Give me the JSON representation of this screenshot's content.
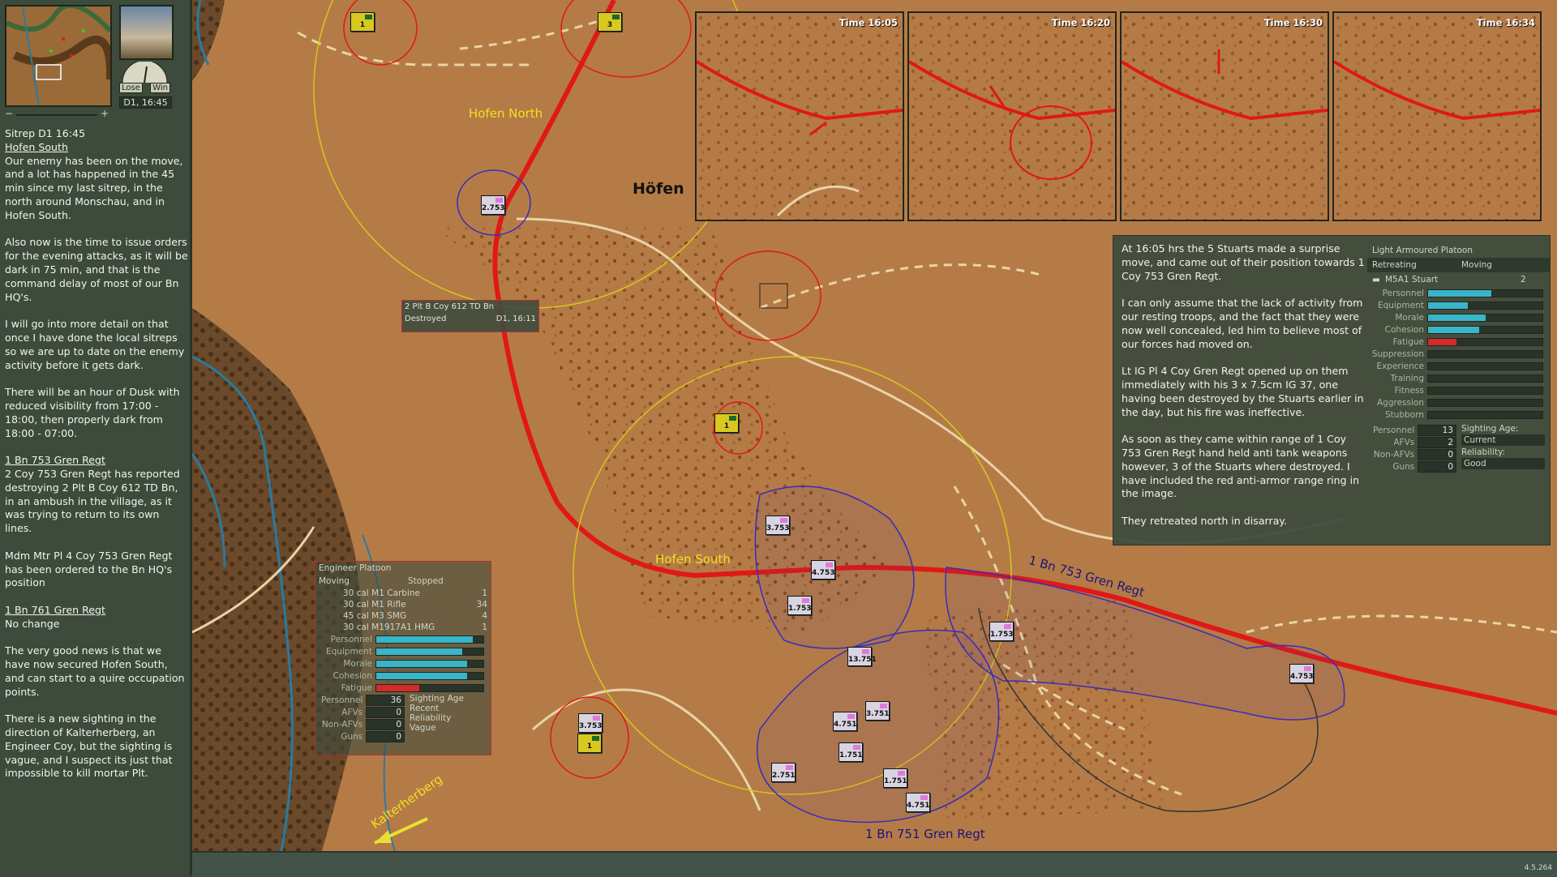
{
  "sidebar": {
    "clock": "D1, 16:45",
    "gauge": {
      "lose": "Lose",
      "win": "Win"
    },
    "zoom_minus": "−",
    "zoom_plus": "+",
    "sitrep_title": "Sitrep D1 16:45",
    "sitrep_heading": "Hofen South",
    "sitrep_p1": "Our enemy has been on the move, and a lot has happened in the 45 min since my last sitrep, in the north around Monschau, and in Hofen South.",
    "sitrep_p2": "Also now is the time to issue orders for the evening attacks, as it will be dark in 75 min, and that is the command delay of most of our Bn HQ's.",
    "sitrep_p3": "I will go into more detail on that once I have done the local sitreps so we are up to date on the enemy activity before it gets dark.",
    "sitrep_p4": "There will be an hour of Dusk with reduced visibility from 17:00 - 18:00, then properly dark from 18:00 - 07:00.",
    "sitrep_h2": "1 Bn 753 Gren Regt",
    "sitrep_p5": "2 Coy 753 Gren Regt has reported destroying 2 Plt B Coy 612 TD Bn, in an ambush in the village, as it was trying to return to its own lines.",
    "sitrep_p6": "Mdm Mtr Pl 4 Coy 753 Gren Regt has been ordered to the Bn HQ's position",
    "sitrep_h3": "1 Bn 761 Gren Regt",
    "sitrep_p7": "No change",
    "sitrep_p8": "The very good news is that we have now secured Hofen South, and can start to a quire occupation points.",
    "sitrep_p9": "There is a new sighting in the direction of Kalterherberg, an Engineer Coy, but the sighting is vague, and I suspect its just that impossible to kill mortar Plt."
  },
  "map": {
    "labels": {
      "hofen": "Höfen",
      "hofen_north": "Hofen North",
      "hofen_south": "Hofen South",
      "kalterherberg": "Kalterherberg",
      "regt_753": "1 Bn 753 Gren Regt",
      "regt_751": "1 Bn 751 Gren Regt"
    },
    "destroyed_popup": {
      "unit": "2 Plt B Coy 612 TD Bn",
      "status": "Destroyed",
      "time": "D1, 16:11"
    },
    "units": [
      {
        "id": "2.753",
        "name": "u-2753"
      },
      {
        "id": "3.753",
        "name": "u-3753a"
      },
      {
        "id": "4.753",
        "name": "u-4753a"
      },
      {
        "id": "1.753",
        "name": "u-1753a"
      },
      {
        "id": "1.753",
        "name": "u-1753b"
      },
      {
        "id": "13.751",
        "name": "u-13751"
      },
      {
        "id": "4.751",
        "name": "u-4751a"
      },
      {
        "id": "3.751",
        "name": "u-3751"
      },
      {
        "id": "1.751",
        "name": "u-1751a"
      },
      {
        "id": "2.751",
        "name": "u-2751"
      },
      {
        "id": "1.751",
        "name": "u-1751b"
      },
      {
        "id": "4.751",
        "name": "u-4751b"
      },
      {
        "id": "4.753",
        "name": "u-4753b"
      },
      {
        "id": "3.753",
        "name": "u-3753b"
      }
    ],
    "enemy_markers": {
      "m1": "1",
      "m2": "3",
      "m3": "1",
      "m4": "1"
    }
  },
  "thumbs": [
    {
      "title": "Time 16:05"
    },
    {
      "title": "Time 16:20"
    },
    {
      "title": "Time 16:30"
    },
    {
      "title": "Time 16:34"
    }
  ],
  "narrative": [
    "At 16:05 hrs the 5 Stuarts made a surprise move, and came out of their position towards 1 Coy 753 Gren Regt.",
    "I can only assume that the lack of activity from our resting troops, and the fact that they were now well concealed, led him to believe most of our forces had moved on.",
    "Lt IG Pl 4 Coy Gren Regt opened up on them immediately with his 3 x 7.5cm IG 37, one having been destroyed by the Stuarts earlier in the day, but his fire was ineffective.",
    "As soon as they came within range of 1 Coy 753 Gren Regt hand held anti tank weapons however, 3 of the Stuarts where destroyed. I have included the red anti-armor range ring in the image.",
    "They retreated north in disarray."
  ],
  "unit_panel": {
    "title": "Light Armoured Platoon",
    "status": "Retreating",
    "mode": "Moving",
    "vehicle": "M5A1 Stuart",
    "vehicle_count": "2",
    "stats": [
      {
        "label": "Personnel",
        "value": 0.55
      },
      {
        "label": "Equipment",
        "value": 0.35
      },
      {
        "label": "Morale",
        "value": 0.5
      },
      {
        "label": "Cohesion",
        "value": 0.45
      },
      {
        "label": "Fatigue",
        "value": 0.25,
        "red": true
      },
      {
        "label": "Suppression",
        "value": 0
      },
      {
        "label": "Experience",
        "value": 0
      },
      {
        "label": "Training",
        "value": 0
      },
      {
        "label": "Fitness",
        "value": 0
      },
      {
        "label": "Aggression",
        "value": 0
      },
      {
        "label": "Stubborn",
        "value": 0
      }
    ],
    "counts": [
      {
        "label": "Personnel",
        "value": "13"
      },
      {
        "label": "AFVs",
        "value": "2"
      },
      {
        "label": "Non-AFVs",
        "value": "0"
      },
      {
        "label": "Guns",
        "value": "0"
      }
    ],
    "sighting_age_label": "Sighting Age:",
    "sighting_age": "Current",
    "reliability_label": "Reliability:",
    "reliability": "Good"
  },
  "eng_panel": {
    "title": "Engineer Platoon",
    "status": "Moving",
    "mode": "Stopped",
    "weapons": [
      {
        "name": "30 cal M1 Carbine",
        "count": "1"
      },
      {
        "name": "30 cal M1 Rifle",
        "count": "34"
      },
      {
        "name": "45 cal M3 SMG",
        "count": "4"
      },
      {
        "name": "30 cal M1917A1 HMG",
        "count": "1"
      }
    ],
    "stats": [
      {
        "label": "Personnel",
        "value": 0.9
      },
      {
        "label": "Equipment",
        "value": 0.8
      },
      {
        "label": "Morale",
        "value": 0.85
      },
      {
        "label": "Cohesion",
        "value": 0.85
      },
      {
        "label": "Fatigue",
        "value": 0.4,
        "red": true
      }
    ],
    "counts": [
      {
        "label": "Personnel",
        "value": "36"
      },
      {
        "label": "AFVs",
        "value": "0"
      },
      {
        "label": "Non-AFVs",
        "value": "0"
      },
      {
        "label": "Guns",
        "value": "0"
      }
    ],
    "sighting_age_label": "Sighting Age",
    "sighting_age": "Recent",
    "reliability_label": "Reliability",
    "reliability": "Vague"
  },
  "version": "4.5.264",
  "colors": {
    "road_red": "#e01818",
    "ring_blue": "#3a2db8",
    "ring_yellow": "#d6c81a",
    "terrain": "#b57b47"
  }
}
